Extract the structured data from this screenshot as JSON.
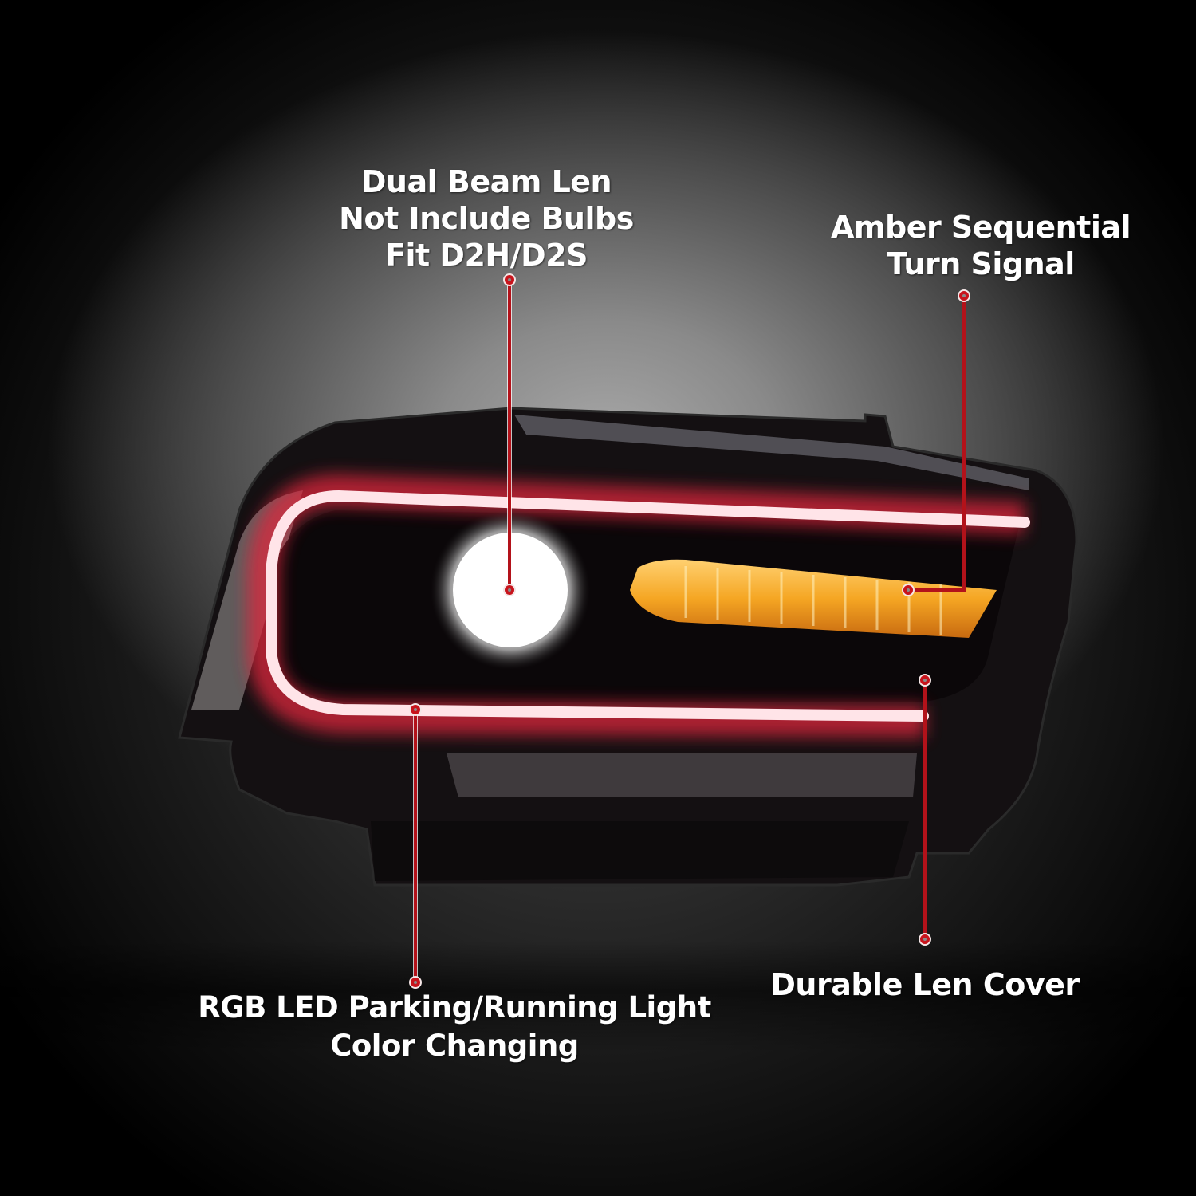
{
  "callouts": {
    "dual_beam": {
      "lines": [
        "Dual Beam Len",
        "Not Include Bulbs",
        "Fit D2H/D2S"
      ]
    },
    "turn_signal": {
      "lines": [
        "Amber Sequential",
        "Turn Signal"
      ]
    },
    "rgb_led": {
      "lines": [
        "RGB LED Parking/Running Light",
        "Color Changing"
      ]
    },
    "lens_cover": {
      "lines": [
        "Durable Len Cover"
      ]
    }
  },
  "colors": {
    "callout_red": "#c8141c",
    "led_ring_red": "#e0283c",
    "amber": "#f0a020",
    "projector_white": "#ffffff",
    "text": "#ffffff"
  },
  "product": {
    "subject": "headlight-assembly"
  }
}
